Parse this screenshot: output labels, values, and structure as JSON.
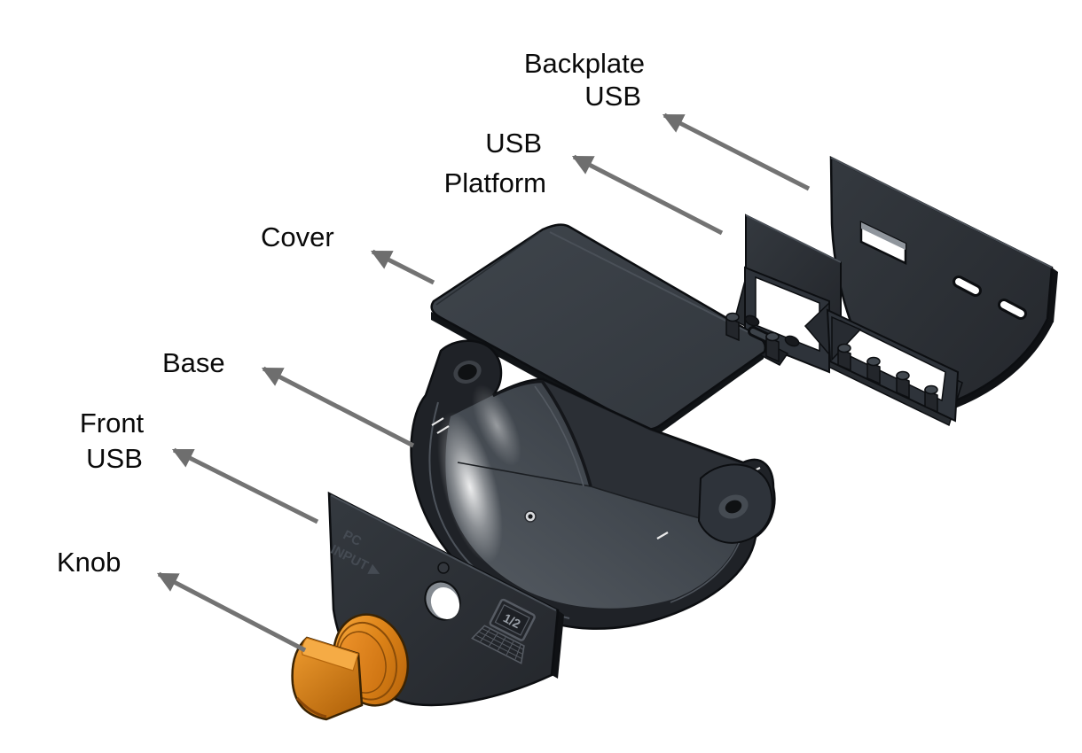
{
  "diagram": {
    "kind": "exploded-view-cad-assembly",
    "labels": {
      "backplate_usb": {
        "line1": "Backplate",
        "line2": "USB"
      },
      "usb_platform": {
        "line1": "USB",
        "line2": "Platform"
      },
      "cover": {
        "label": "Cover"
      },
      "base": {
        "label": "Base"
      },
      "front_usb": {
        "line1": "Front",
        "line2": "USB"
      },
      "knob": {
        "label": "Knob"
      }
    },
    "embossed_text": {
      "pc": "PC",
      "input": "INPUT ▶",
      "fraction": "1/2"
    },
    "colors": {
      "background": "#ffffff",
      "part_face": "#3a4046",
      "part_silhouette": "#1e2126",
      "base_floor": "#484e55",
      "base_sheen": "#ffffff",
      "knob_orange": "#e08a1e",
      "knob_highlight": "#f5a93d",
      "knob_shadow": "#a85c0a",
      "arrow_gray": "#737373",
      "label_text": "#0a0a0a"
    }
  }
}
